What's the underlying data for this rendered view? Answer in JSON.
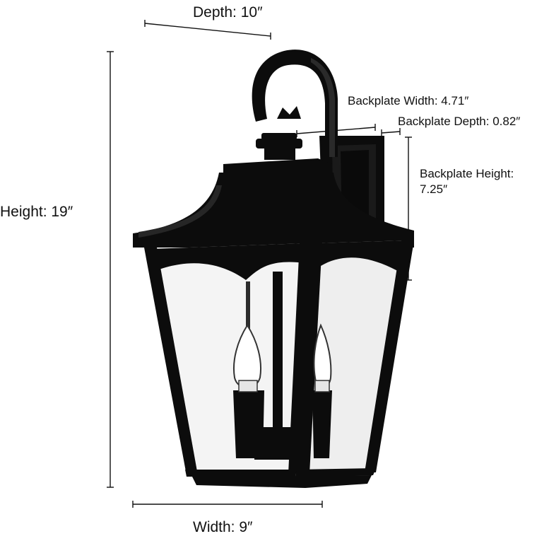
{
  "colors": {
    "background": "#ffffff",
    "fixture": "#0c0c0c",
    "glass": "#f4f4f4",
    "dimension_line": "#111111"
  },
  "dimensions": {
    "depth": "Depth: 10″",
    "height": "Height: 19″",
    "width": "Width: 9″",
    "backplate_width": "Backplate Width: 4.71″",
    "backplate_depth": "Backplate Depth: 0.82″",
    "backplate_height_line1": "Backplate Height:",
    "backplate_height_line2": "7.25″"
  }
}
